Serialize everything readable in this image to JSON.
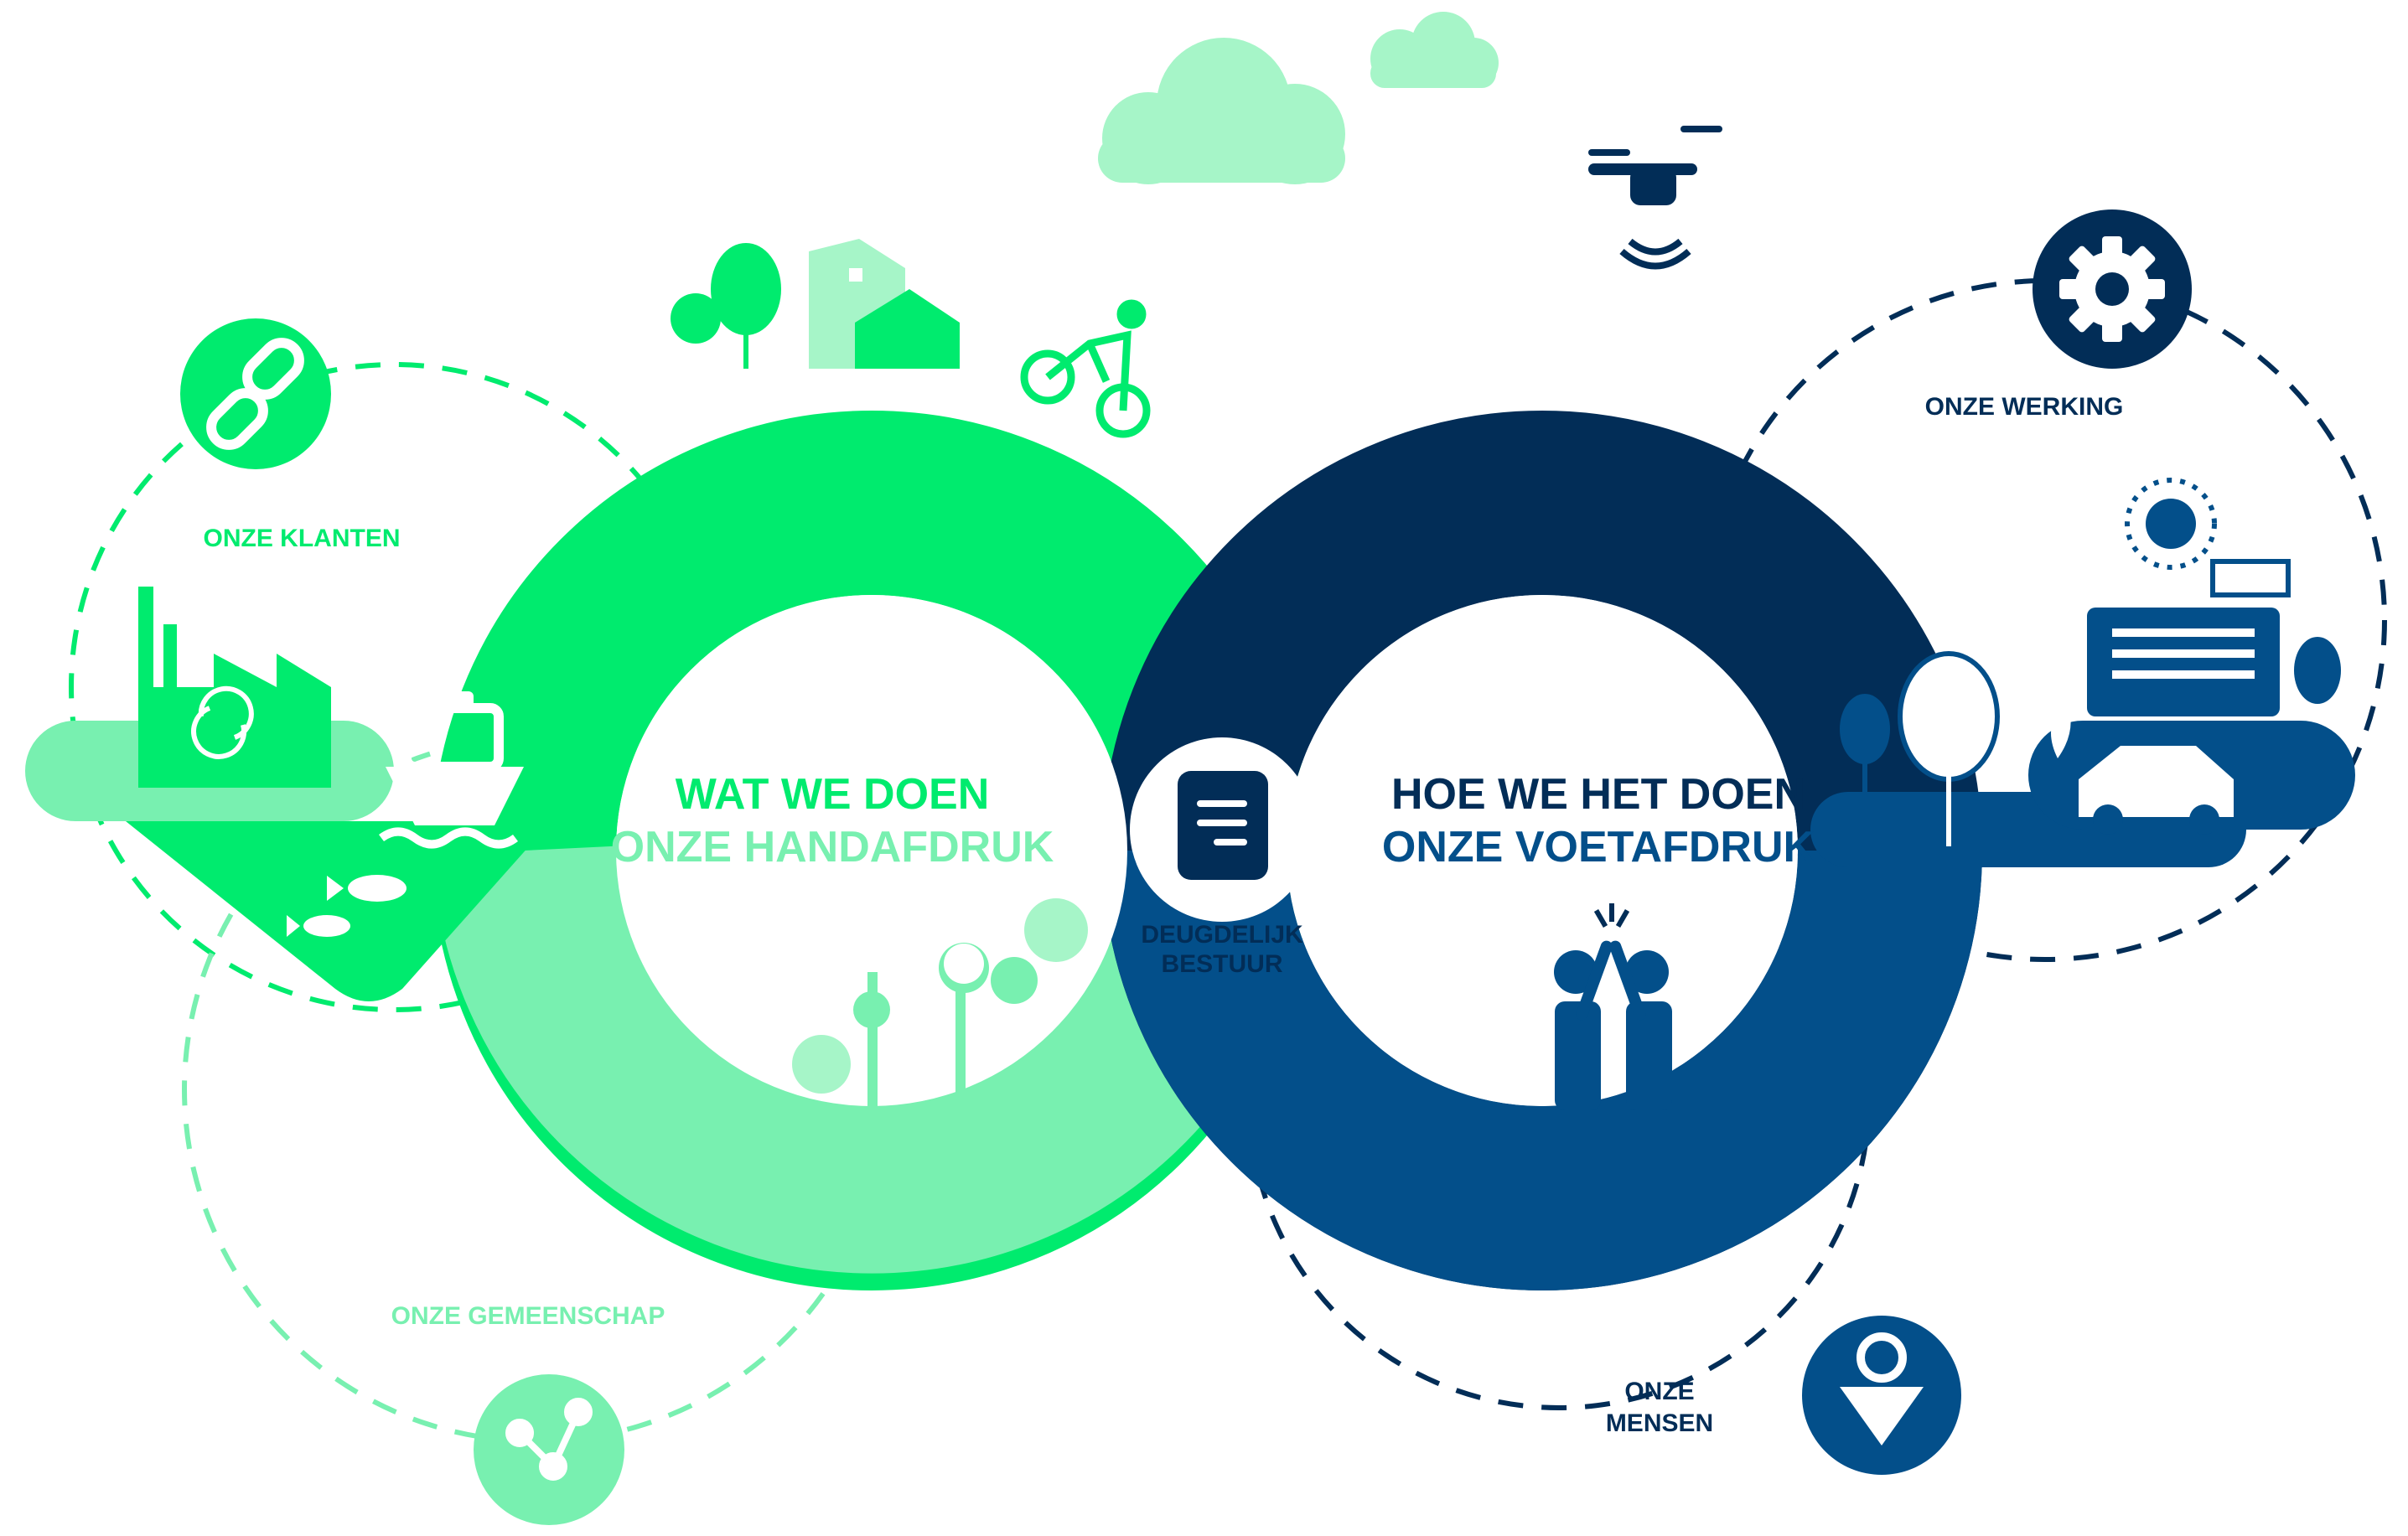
{
  "left_loop": {
    "title_line1": "WAT WE DOEN",
    "title_line2": "ONZE HANDAFDRUK"
  },
  "right_loop": {
    "title_line1": "HOE WE HET DOEN",
    "title_line2": "ONZE VOETAFDRUK"
  },
  "center": {
    "line1": "DEUGDELIJK",
    "line2": "BESTUUR",
    "icon": "document-icon"
  },
  "satellites": {
    "klanten": {
      "label": "ONZE KLANTEN",
      "icon": "link-icon"
    },
    "gemeenschap": {
      "label": "ONZE GEMEENSCHAP",
      "icon": "network-icon"
    },
    "werking": {
      "label": "ONZE WERKING",
      "icon": "gear-icon"
    },
    "mensen": {
      "label_line1": "ONZE",
      "label_line2": "MENSEN",
      "icon": "person-icon"
    }
  },
  "colors": {
    "bright_green": "#00eb6e",
    "light_green": "#78f0b0",
    "pale_green": "#a6f5c8",
    "dark_navy": "#022d57",
    "mid_blue": "#034f8a",
    "white": "#ffffff"
  }
}
